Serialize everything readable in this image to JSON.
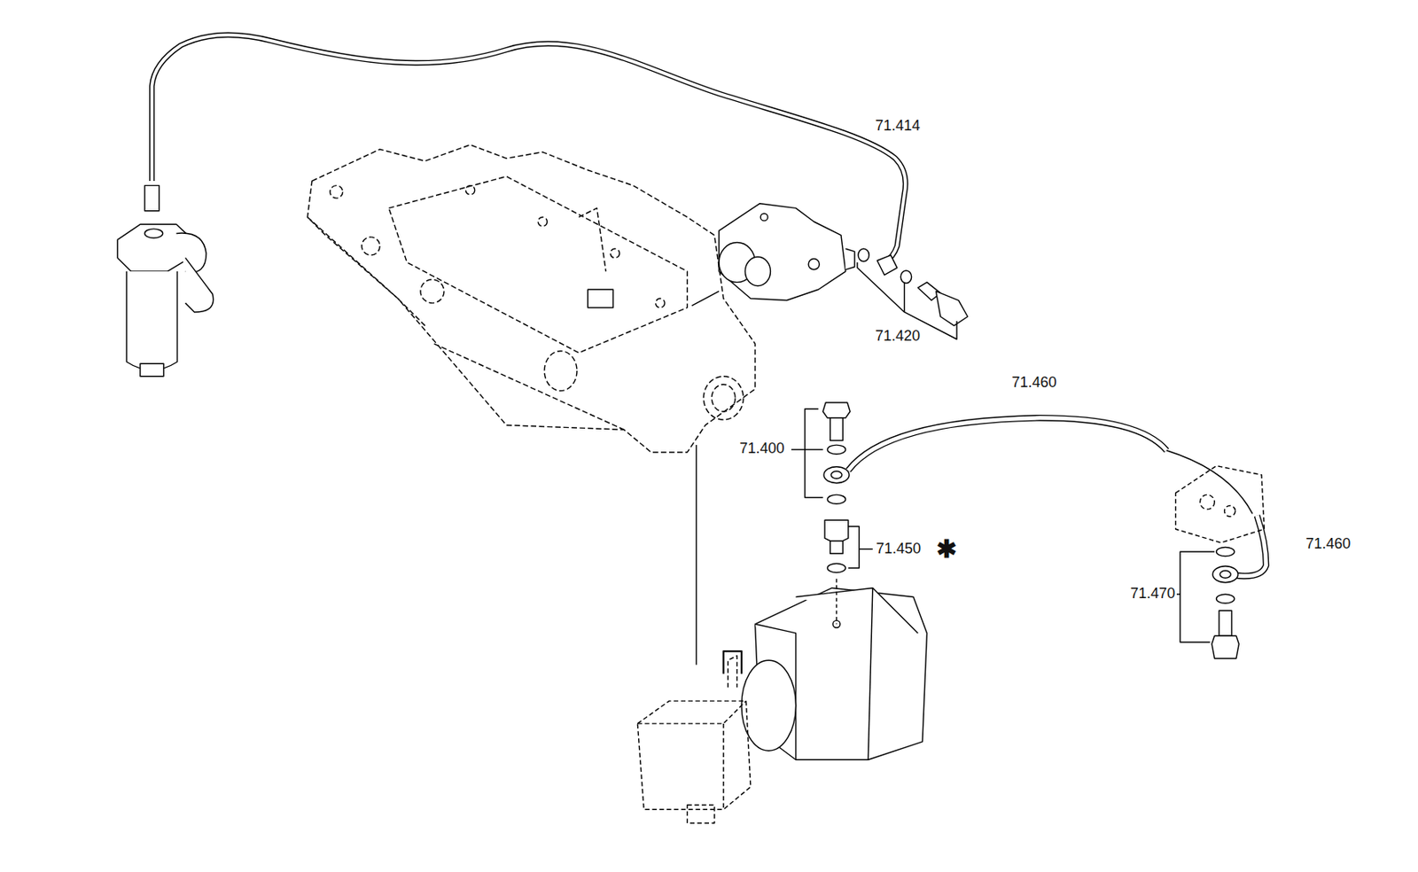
{
  "diagram": {
    "labels": [
      "71.414",
      "71.420",
      "71.460",
      "71.400",
      "71.450",
      "✱",
      "71.460",
      "71.470"
    ]
  }
}
